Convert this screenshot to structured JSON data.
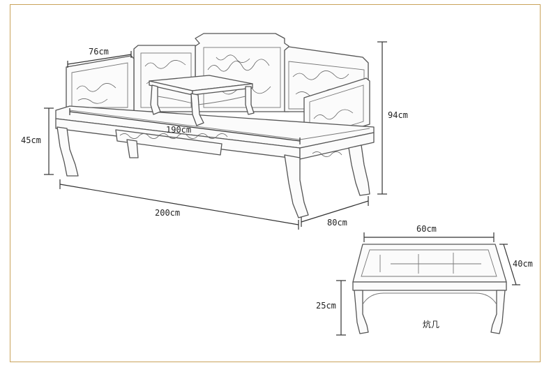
{
  "dimensions": {
    "backrest_depth": "76cm",
    "seat_height": "45cm",
    "seat_length": "190cm",
    "total_length": "200cm",
    "total_depth": "80cm",
    "total_height": "94cm",
    "table_width": "60cm",
    "table_depth": "40cm",
    "table_height": "25cm"
  },
  "captions": {
    "table_name": "炕几"
  },
  "colors": {
    "frame_border": "#c9a35a",
    "line": "#555555"
  }
}
